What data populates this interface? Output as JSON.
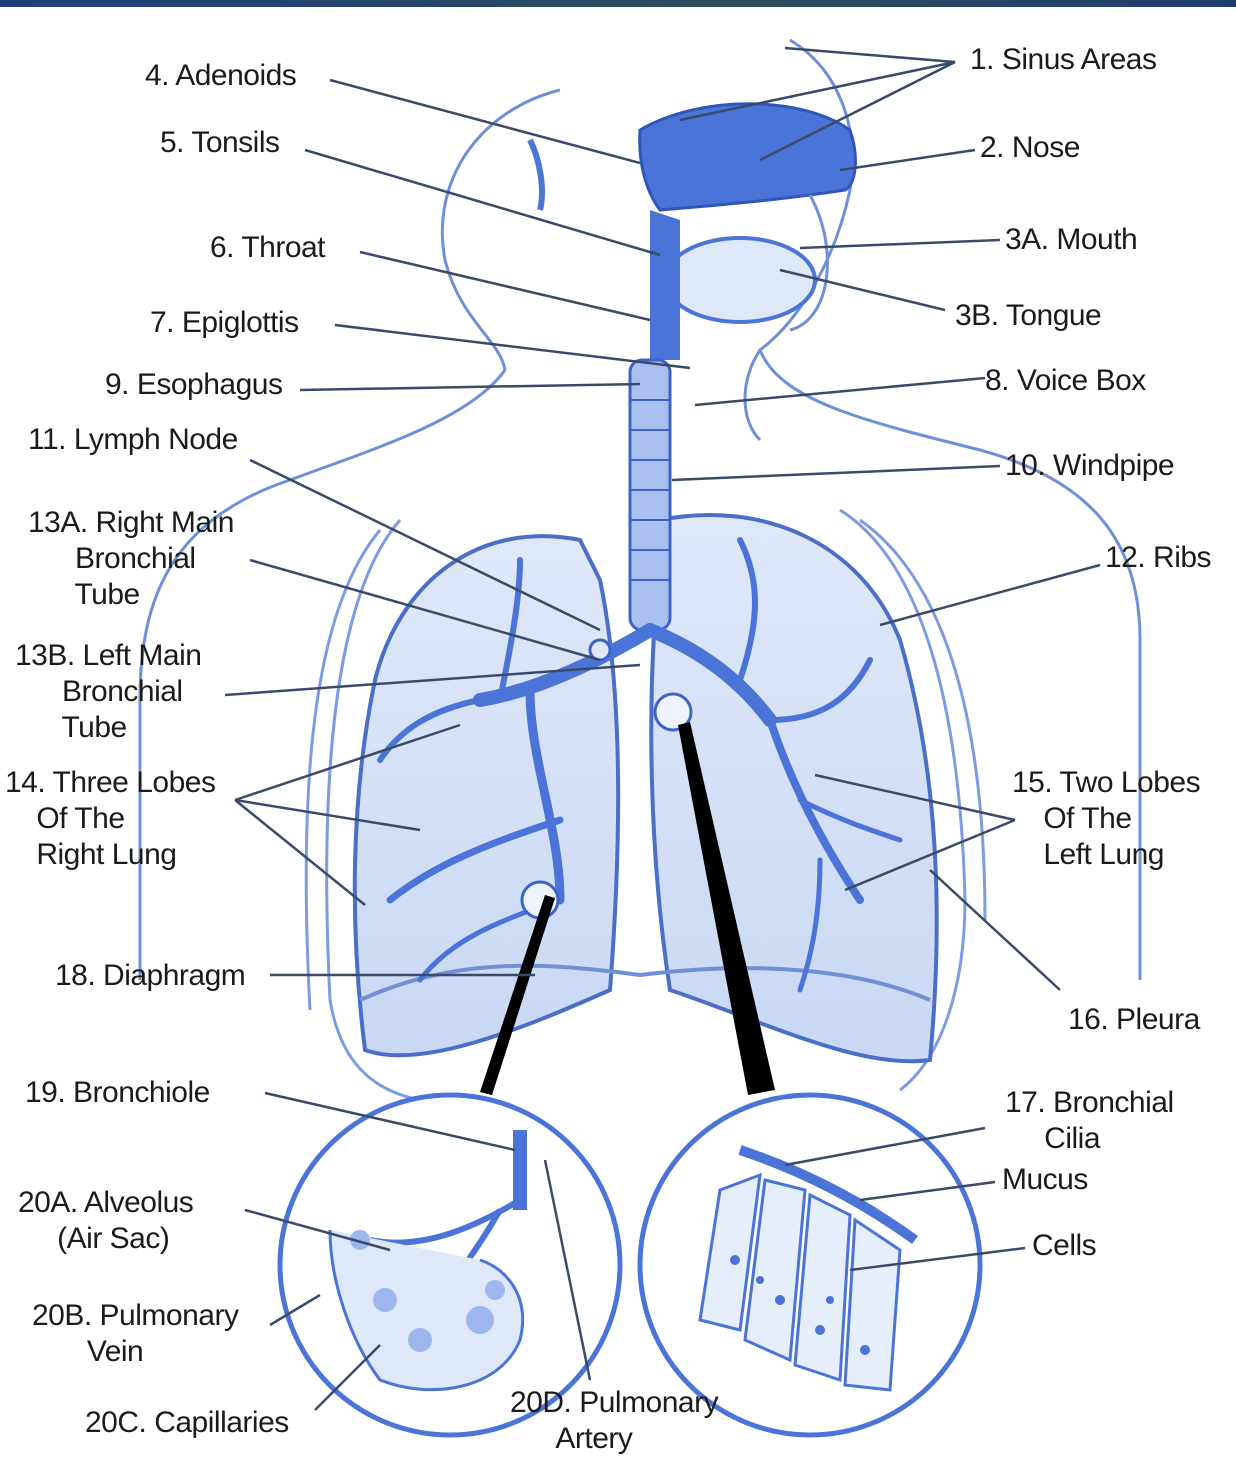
{
  "labels": {
    "sinus": "1. Sinus Areas",
    "nose": "2. Nose",
    "mouth": "3A. Mouth",
    "tongue": "3B. Tongue",
    "adenoids": "4. Adenoids",
    "tonsils": "5. Tonsils",
    "throat": "6. Throat",
    "epiglottis": "7. Epiglottis",
    "voicebox": "8. Voice Box",
    "esophagus": "9. Esophagus",
    "windpipe": "10. Windpipe",
    "lymph": "11. Lymph Node",
    "ribs": "12. Ribs",
    "rmb": "13A. Right Main\n      Bronchial\n      Tube",
    "lmb": "13B. Left Main\n      Bronchial\n      Tube",
    "threelobes": "14. Three Lobes\n    Of The\n    Right Lung",
    "twolobes": "15. Two Lobes\n    Of The\n    Left Lung",
    "pleura": "16. Pleura",
    "cilia": "17. Bronchial\n     Cilia",
    "mucus": "Mucus",
    "cells": "Cells",
    "diaphragm": "18. Diaphragm",
    "bronchiole": "19. Bronchiole",
    "alveolus": "20A. Alveolus\n     (Air Sac)",
    "pvein": "20B. Pulmonary\n       Vein",
    "capillaries": "20C. Capillaries",
    "partery": "20D. Pulmonary\n      Artery"
  },
  "colors": {
    "ink": "#1b1b1b",
    "leader": "#3a4a6a",
    "outline": "#3d63c7",
    "fill_light": "#cfdcf5",
    "fill_dark": "#4b74d8",
    "pointer": "#000000"
  }
}
